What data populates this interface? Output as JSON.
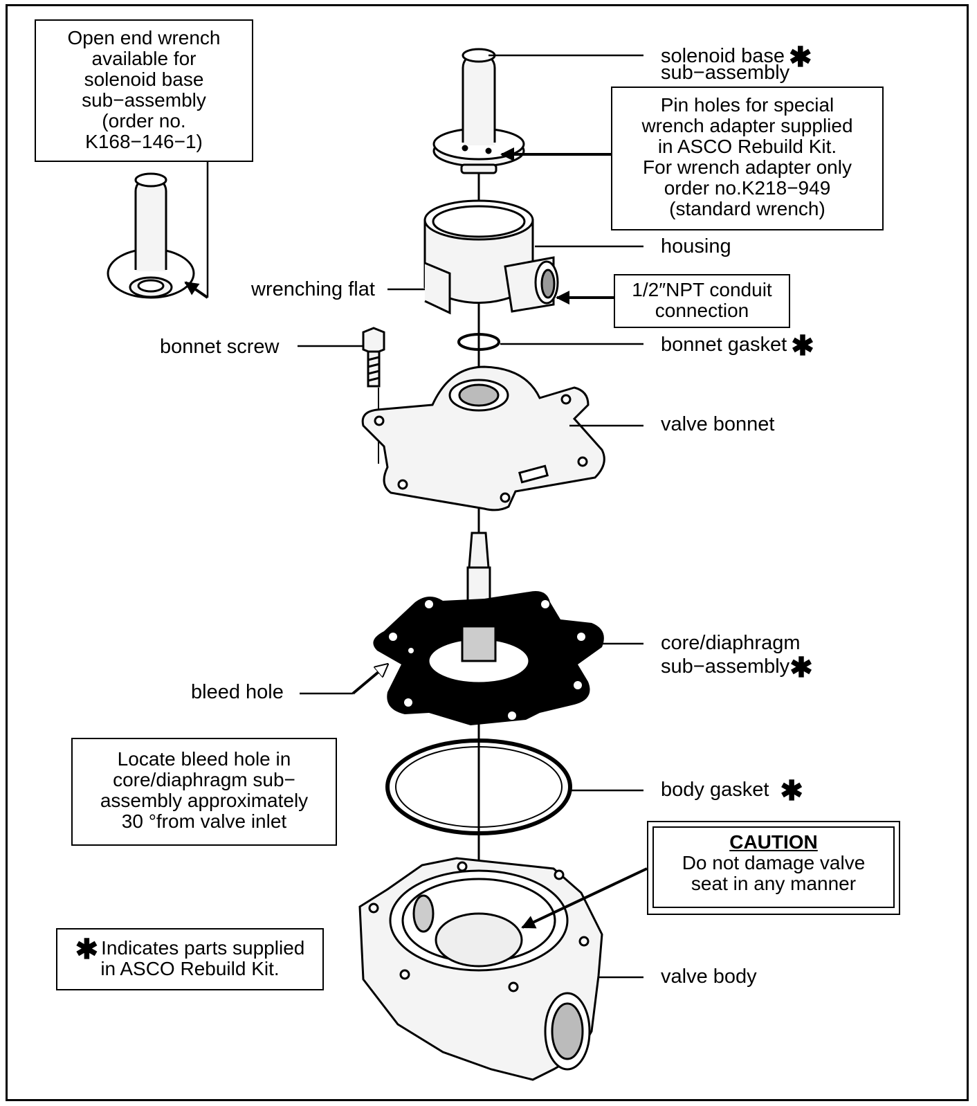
{
  "wrench_box": {
    "lines": [
      "Open end wrench",
      "available for",
      "solenoid base",
      "sub−assembly",
      "(order no.",
      "K168−146−1)"
    ]
  },
  "labels": {
    "solenoid_base": [
      "solenoid base",
      "sub−assembly"
    ],
    "housing": "housing",
    "wrenching_flat": "wrenching flat",
    "bonnet_screw": "bonnet screw",
    "bonnet_gasket": "bonnet gasket",
    "valve_bonnet": "valve bonnet",
    "core_diaphragm": [
      "core/diaphragm",
      "sub−assembly"
    ],
    "bleed_hole": "bleed hole",
    "body_gasket": "body gasket",
    "valve_body": "valve body"
  },
  "pin_holes_box": {
    "lines": [
      "Pin holes for special",
      "wrench adapter supplied",
      "in ASCO Rebuild Kit.",
      "For wrench adapter only",
      "order no.K218−949",
      "(standard wrench)"
    ]
  },
  "conduit_box": {
    "lines": [
      "1/2″NPT conduit",
      "connection"
    ]
  },
  "bleed_note_box": {
    "lines": [
      "Locate bleed hole in",
      "core/diaphragm sub−",
      "assembly approximately",
      "30 °from valve inlet"
    ]
  },
  "caution_box": {
    "heading": "CAUTION",
    "lines": [
      "Do not damage valve",
      "seat in any manner"
    ]
  },
  "legend_box": {
    "star": "✱",
    "lines": [
      "Indicates parts supplied",
      "in ASCO Rebuild Kit."
    ]
  },
  "star_symbol": "✱",
  "colors": {
    "ink": "#000000",
    "paper": "#ffffff",
    "part_fill": "#f4f4f4",
    "diaphragm_fill": "#000000"
  }
}
